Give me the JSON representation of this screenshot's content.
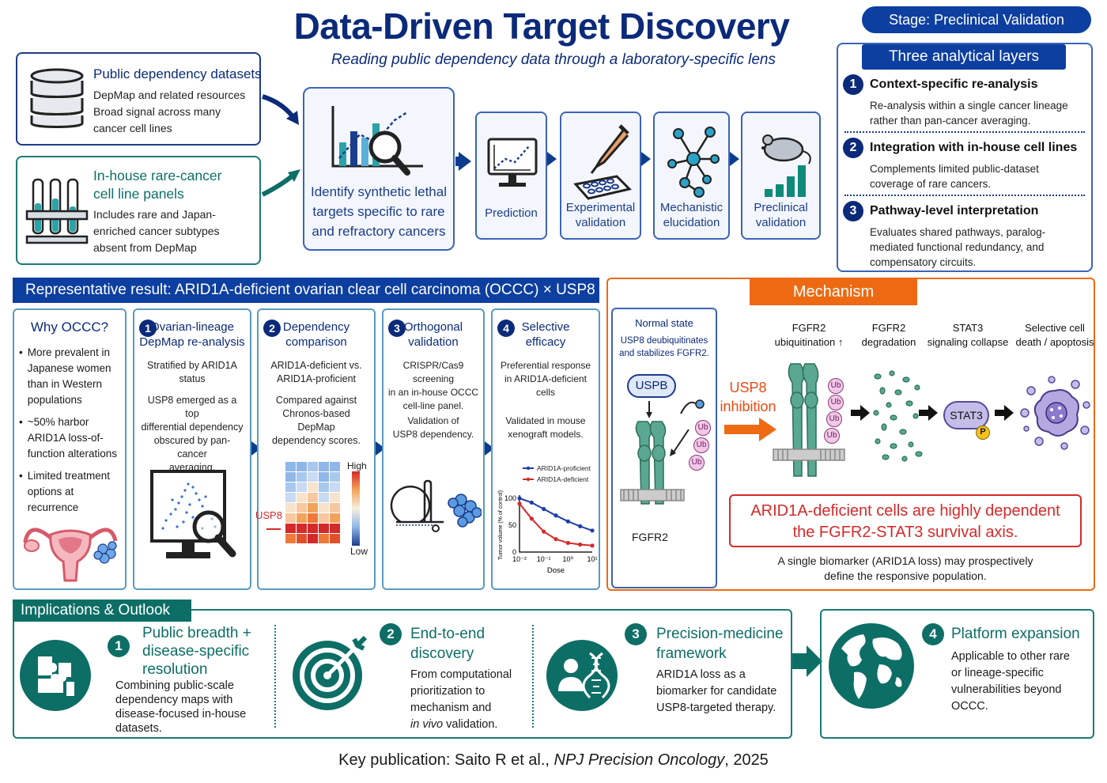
{
  "header": {
    "title": "Data-Driven Target Discovery",
    "subtitle": "Reading public dependency data through a laboratory-specific lens",
    "stage_badge": "Stage: Preclinical Validation"
  },
  "inputs": {
    "public": {
      "title": "Public dependency datasets",
      "lines": [
        "DepMap and related resources",
        "Broad signal across many",
        "cancer cell lines"
      ]
    },
    "inhouse": {
      "title_lines": [
        "In-house rare-cancer",
        "cell line panels"
      ],
      "lines": [
        "Includes rare and Japan-",
        "enriched cancer subtypes",
        "absent from DepMap"
      ]
    }
  },
  "central": {
    "lines": [
      "Identify synthetic lethal",
      "targets specific to rare",
      "and refractory cancers"
    ]
  },
  "pipeline": [
    {
      "label_lines": [
        "Prediction"
      ],
      "icon": "monitor-chart-icon"
    },
    {
      "label_lines": [
        "Experimental",
        "validation"
      ],
      "icon": "pipette-plate-icon"
    },
    {
      "label_lines": [
        "Mechanistic",
        "elucidation"
      ],
      "icon": "network-icon"
    },
    {
      "label_lines": [
        "Preclinical",
        "validation"
      ],
      "icon": "mouse-icon"
    }
  ],
  "layers": {
    "title": "Three analytical layers",
    "items": [
      {
        "n": "1",
        "title": "Context-specific re-analysis",
        "lines": [
          "Re-analysis within a single cancer lineage",
          "rather than pan-cancer averaging."
        ]
      },
      {
        "n": "2",
        "title": "Integration with in-house cell lines",
        "lines": [
          "Complements limited public-dataset",
          "coverage of rare cancers."
        ]
      },
      {
        "n": "3",
        "title": "Pathway-level interpretation",
        "lines": [
          "Evaluates shared pathways, paralog-",
          "mediated functional redundancy, and",
          "compensatory circuits."
        ]
      }
    ]
  },
  "result": {
    "banner": "Representative result:  ARID1A-deficient ovarian clear cell carcinoma (OCCC) × USP8",
    "why": {
      "title": "Why OCCC?",
      "bullets": [
        [
          "More prevalent in",
          "Japanese women",
          "than in Western",
          "populations"
        ],
        [
          "~50% harbor",
          "ARID1A loss-of-",
          "function alterations"
        ],
        [
          "Limited treatment",
          "options at",
          "recurrence"
        ]
      ]
    },
    "panels": [
      {
        "n": "1",
        "title_lines": [
          "Ovarian-lineage",
          "DepMap re-analysis"
        ],
        "p1": [
          "Stratified by ARID1A",
          "status"
        ],
        "p2": [
          "USP8 emerged as a top",
          "differential dependency",
          "obscured by pan-cancer",
          "averaging."
        ]
      },
      {
        "n": "2",
        "title_lines": [
          "Dependency",
          "comparison"
        ],
        "p1": [
          "ARID1A-deficient vs.",
          "ARID1A-proficient"
        ],
        "p2": [
          "Compared against",
          "Chronos-based DepMap",
          "dependency scores."
        ],
        "heat_high": "High",
        "heat_low": "Low",
        "heat_gene": "USP8"
      },
      {
        "n": "3",
        "title_lines": [
          "Orthogonal",
          "validation"
        ],
        "p1": [
          "CRISPR/Cas9 screening",
          "in an in-house OCCC",
          "cell-line panel."
        ],
        "p2": [
          "Validation of",
          "USP8 dependency."
        ]
      },
      {
        "n": "4",
        "title_lines": [
          "Selective",
          "efficacy"
        ],
        "p1": [
          "Preferential response",
          "in ARID1A-deficient",
          "cells"
        ],
        "p2": [
          "Validated in mouse",
          "xenograft models."
        ]
      }
    ]
  },
  "chart_data": {
    "type": "line",
    "x": [
      -2,
      -1.5,
      -1,
      -0.5,
      0,
      0.5,
      1
    ],
    "xticks": [
      "10⁻²",
      "10⁻¹",
      "10⁰",
      "10¹"
    ],
    "xlabel": "Dose",
    "ylabel": "Tumor volume (% of control)",
    "yticks": [
      "0",
      "50",
      "100"
    ],
    "ylim": [
      0,
      100
    ],
    "series": [
      {
        "name": "ARID1A-proficient",
        "color": "#1f3fa8",
        "values": [
          100,
          92,
          80,
          68,
          57,
          48,
          40
        ]
      },
      {
        "name": "ARID1A-deficient",
        "color": "#d42a2a",
        "values": [
          90,
          62,
          38,
          24,
          17,
          14,
          12
        ]
      }
    ]
  },
  "mechanism": {
    "title": "Mechanism",
    "normal_title": "Normal state",
    "normal_desc": [
      "USP8 deubiquitinates",
      "and stabilizes FGFR2."
    ],
    "usp8_label": "USPB",
    "fgfr2_label": "FGFR2",
    "ub": "Ub",
    "inhibition": [
      "USP8",
      "inhibition"
    ],
    "cols": [
      [
        "FGFR2",
        "ubiquitination ↑"
      ],
      [
        "FGFR2",
        "degradation"
      ],
      [
        "STAT3",
        "signaling collapse"
      ],
      [
        "Selective cell",
        "death / apoptosis"
      ]
    ],
    "stat3": "STAT3",
    "phospho": "P",
    "conclusion": [
      "ARID1A-deficient cells are highly dependent",
      "the FGFR2-STAT3 survival axis."
    ],
    "note": [
      "A single biomarker (ARID1A loss) may prospectively",
      "define the responsive population."
    ]
  },
  "implications": {
    "title": "Implications & Outlook",
    "items": [
      {
        "n": "1",
        "title_lines": [
          "Public breadth +",
          "disease-specific",
          "resolution"
        ],
        "lines": [
          "Combining public-scale",
          "dependency maps with",
          "disease-focused in-house",
          "datasets."
        ]
      },
      {
        "n": "2",
        "title_lines": [
          "End-to-end",
          "discovery"
        ],
        "lines": [
          "From computational",
          "prioritization to",
          "mechanism and"
        ],
        "last": {
          "italic": "in vivo",
          "rest": " validation."
        }
      },
      {
        "n": "3",
        "title_lines": [
          "Precision-medicine",
          "framework"
        ],
        "lines": [
          "ARID1A loss as a",
          "biomarker for candidate",
          "USP8-targeted therapy."
        ]
      },
      {
        "n": "4",
        "title_lines": [
          "Platform expansion"
        ],
        "lines": [
          "Applicable to other rare",
          "or lineage-specific",
          "vulnerabilities beyond",
          "OCCC."
        ]
      }
    ]
  },
  "footer": {
    "prefix": "Key publication: Saito R et al., ",
    "journal": "NPJ Precision Oncology",
    "suffix": ", 2025"
  },
  "colors": {
    "navy": "#0b2a7a",
    "teal": "#0d6e66",
    "orange": "#ee6a12",
    "red": "#d42a2a"
  }
}
